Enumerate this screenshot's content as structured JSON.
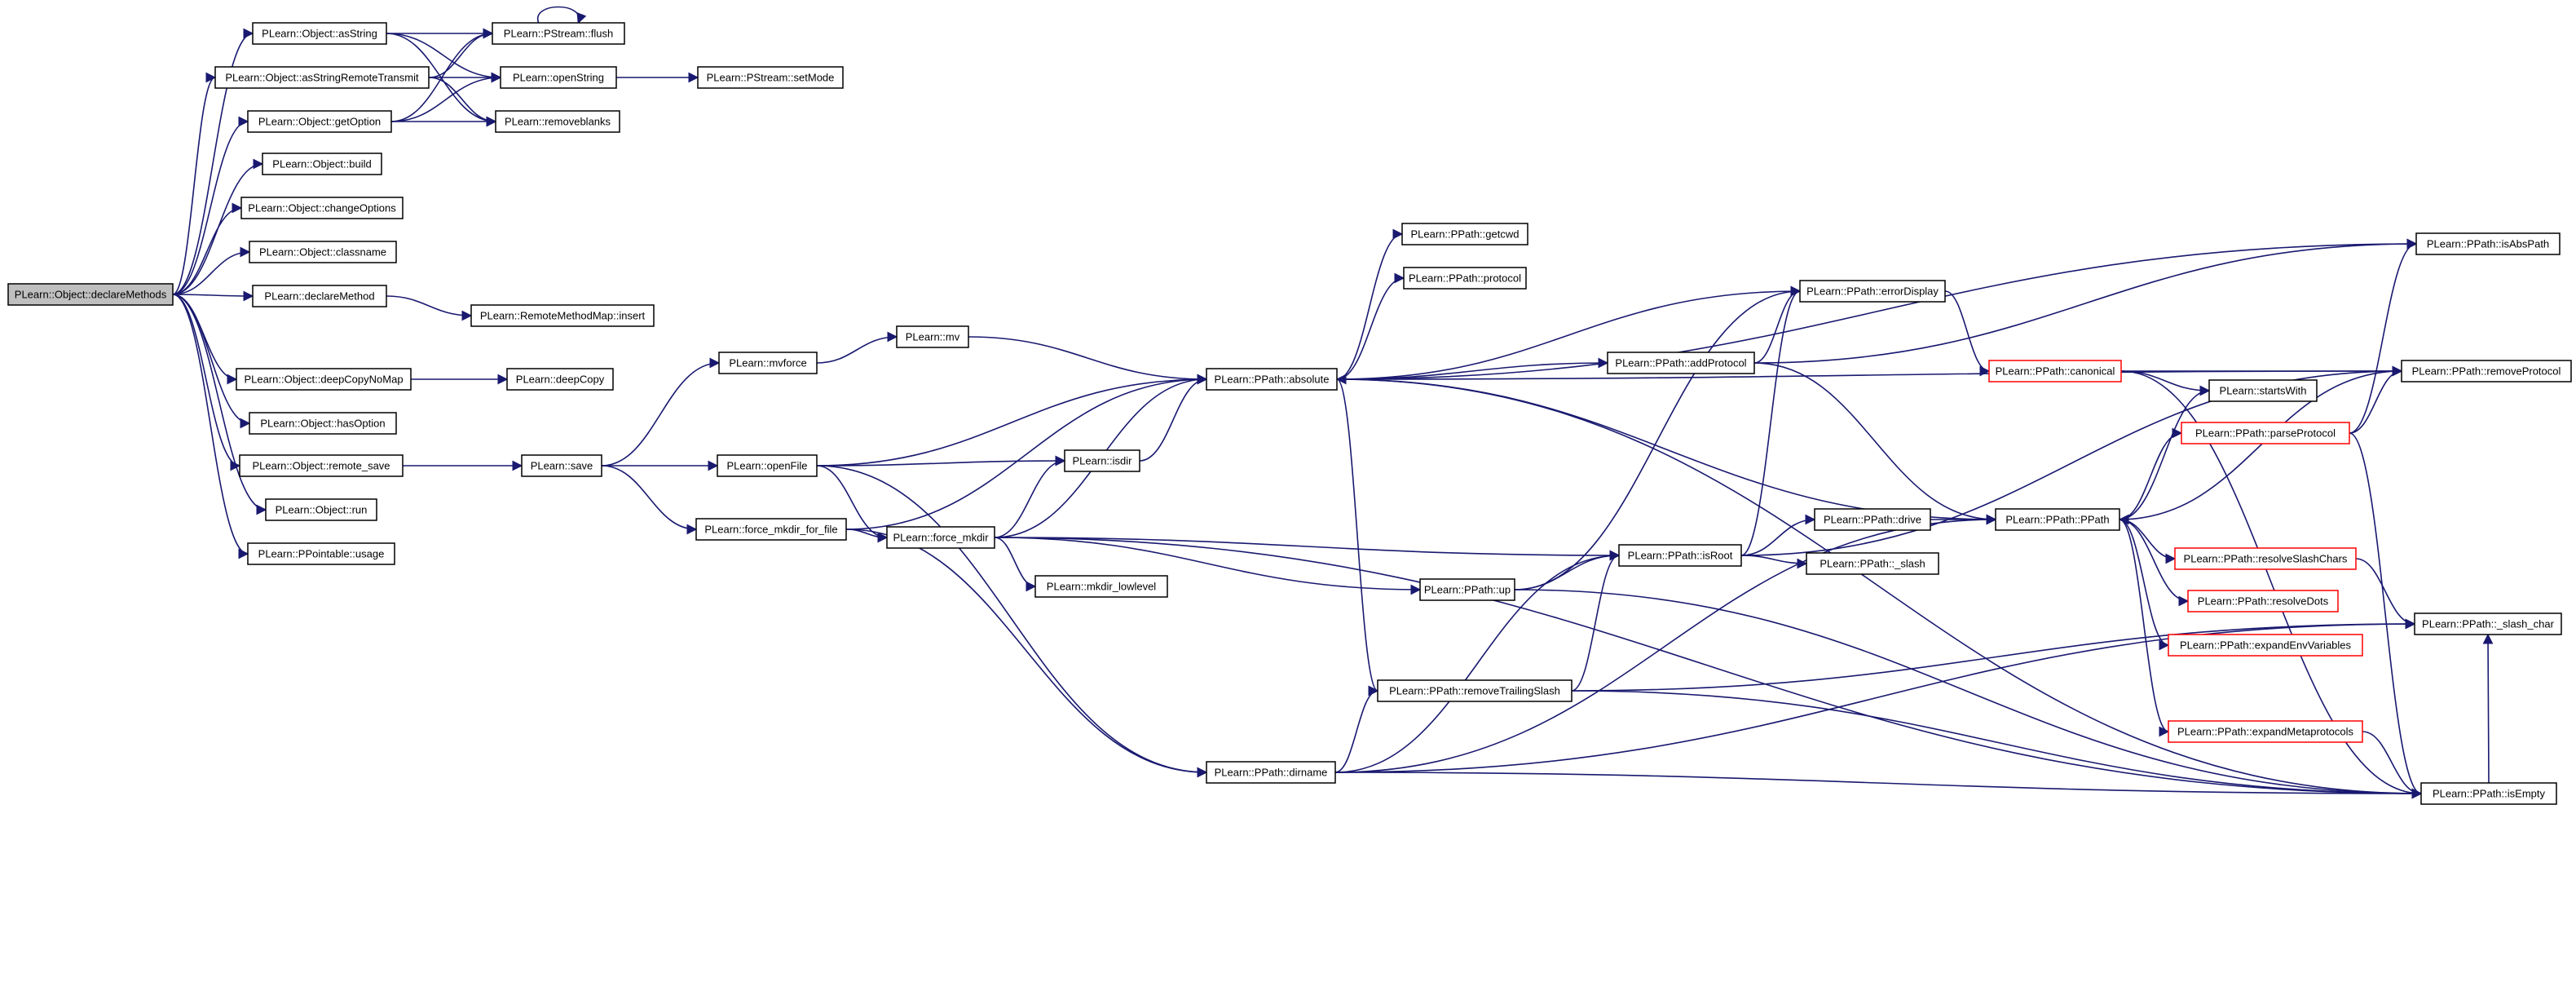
{
  "colors": {
    "edge": "#191970",
    "node_border": "#000000",
    "root_fill": "#bfbfbf",
    "truncated_border": "#ff0000",
    "node_fill": "#ffffff"
  },
  "nodes": {
    "declareMethods": {
      "label": "PLearn::Object::declareMethods",
      "style": "root"
    },
    "asString": {
      "label": "PLearn::Object::asString",
      "style": "normal"
    },
    "asStringRemoteTransmit": {
      "label": "PLearn::Object::asStringRemoteTransmit",
      "style": "normal"
    },
    "getOption": {
      "label": "PLearn::Object::getOption",
      "style": "normal"
    },
    "build": {
      "label": "PLearn::Object::build",
      "style": "normal"
    },
    "changeOptions": {
      "label": "PLearn::Object::changeOptions",
      "style": "normal"
    },
    "classname": {
      "label": "PLearn::Object::classname",
      "style": "normal"
    },
    "declareMethod": {
      "label": "PLearn::declareMethod",
      "style": "normal"
    },
    "deepCopyNoMap": {
      "label": "PLearn::Object::deepCopyNoMap",
      "style": "normal"
    },
    "hasOption": {
      "label": "PLearn::Object::hasOption",
      "style": "normal"
    },
    "remote_save": {
      "label": "PLearn::Object::remote_save",
      "style": "normal"
    },
    "run": {
      "label": "PLearn::Object::run",
      "style": "normal"
    },
    "usage": {
      "label": "PLearn::PPointable::usage",
      "style": "normal"
    },
    "flush": {
      "label": "PLearn::PStream::flush",
      "style": "normal"
    },
    "openString": {
      "label": "PLearn::openString",
      "style": "normal"
    },
    "removeblanks": {
      "label": "PLearn::removeblanks",
      "style": "normal"
    },
    "setMode": {
      "label": "PLearn::PStream::setMode",
      "style": "normal"
    },
    "insert": {
      "label": "PLearn::RemoteMethodMap::insert",
      "style": "normal"
    },
    "deepCopy": {
      "label": "PLearn::deepCopy",
      "style": "normal"
    },
    "save": {
      "label": "PLearn::save",
      "style": "normal"
    },
    "mvforce": {
      "label": "PLearn::mvforce",
      "style": "normal"
    },
    "openFile": {
      "label": "PLearn::openFile",
      "style": "normal"
    },
    "force_mkdir_for_file": {
      "label": "PLearn::force_mkdir_for_file",
      "style": "normal"
    },
    "mv": {
      "label": "PLearn::mv",
      "style": "normal"
    },
    "isdir": {
      "label": "PLearn::isdir",
      "style": "normal"
    },
    "force_mkdir": {
      "label": "PLearn::force_mkdir",
      "style": "normal"
    },
    "mkdir_lowlevel": {
      "label": "PLearn::mkdir_lowlevel",
      "style": "normal"
    },
    "absolute": {
      "label": "PLearn::PPath::absolute",
      "style": "normal"
    },
    "dirname": {
      "label": "PLearn::PPath::dirname",
      "style": "normal"
    },
    "getcwd": {
      "label": "PLearn::PPath::getcwd",
      "style": "normal"
    },
    "protocol": {
      "label": "PLearn::PPath::protocol",
      "style": "normal"
    },
    "up": {
      "label": "PLearn::PPath::up",
      "style": "normal"
    },
    "removeTrailingSlash": {
      "label": "PLearn::PPath::removeTrailingSlash",
      "style": "normal"
    },
    "errorDisplay": {
      "label": "PLearn::PPath::errorDisplay",
      "style": "normal"
    },
    "addProtocol": {
      "label": "PLearn::PPath::addProtocol",
      "style": "normal"
    },
    "isRoot": {
      "label": "PLearn::PPath::isRoot",
      "style": "normal"
    },
    "drive": {
      "label": "PLearn::PPath::drive",
      "style": "normal"
    },
    "_slash": {
      "label": "PLearn::PPath::_slash",
      "style": "normal"
    },
    "canonical": {
      "label": "PLearn::PPath::canonical",
      "style": "truncated"
    },
    "startsWith": {
      "label": "PLearn::startsWith",
      "style": "normal"
    },
    "PPath": {
      "label": "PLearn::PPath::PPath",
      "style": "normal"
    },
    "parseProtocol": {
      "label": "PLearn::PPath::parseProtocol",
      "style": "truncated"
    },
    "resolveSlashChars": {
      "label": "PLearn::PPath::resolveSlashChars",
      "style": "truncated"
    },
    "resolveDots": {
      "label": "PLearn::PPath::resolveDots",
      "style": "truncated"
    },
    "expandEnvVariables": {
      "label": "PLearn::PPath::expandEnvVariables",
      "style": "truncated"
    },
    "expandMetaprotocols": {
      "label": "PLearn::PPath::expandMetaprotocols",
      "style": "truncated"
    },
    "isAbsPath": {
      "label": "PLearn::PPath::isAbsPath",
      "style": "normal"
    },
    "removeProtocol": {
      "label": "PLearn::PPath::removeProtocol",
      "style": "normal"
    },
    "_slash_char": {
      "label": "PLearn::PPath::_slash_char",
      "style": "normal"
    },
    "isEmpty": {
      "label": "PLearn::PPath::isEmpty",
      "style": "normal"
    }
  },
  "edges": [
    [
      "declareMethods",
      "asString"
    ],
    [
      "declareMethods",
      "asStringRemoteTransmit"
    ],
    [
      "declareMethods",
      "getOption"
    ],
    [
      "declareMethods",
      "build"
    ],
    [
      "declareMethods",
      "changeOptions"
    ],
    [
      "declareMethods",
      "classname"
    ],
    [
      "declareMethods",
      "declareMethod"
    ],
    [
      "declareMethods",
      "deepCopyNoMap"
    ],
    [
      "declareMethods",
      "hasOption"
    ],
    [
      "declareMethods",
      "remote_save"
    ],
    [
      "declareMethods",
      "run"
    ],
    [
      "declareMethods",
      "usage"
    ],
    [
      "asString",
      "flush"
    ],
    [
      "asString",
      "openString"
    ],
    [
      "asString",
      "removeblanks"
    ],
    [
      "asStringRemoteTransmit",
      "flush"
    ],
    [
      "asStringRemoteTransmit",
      "openString"
    ],
    [
      "asStringRemoteTransmit",
      "removeblanks"
    ],
    [
      "getOption",
      "flush"
    ],
    [
      "getOption",
      "openString"
    ],
    [
      "getOption",
      "removeblanks"
    ],
    [
      "flush",
      "flush"
    ],
    [
      "openString",
      "setMode"
    ],
    [
      "declareMethod",
      "insert"
    ],
    [
      "deepCopyNoMap",
      "deepCopy"
    ],
    [
      "remote_save",
      "save"
    ],
    [
      "save",
      "mvforce"
    ],
    [
      "save",
      "openFile"
    ],
    [
      "save",
      "force_mkdir_for_file"
    ],
    [
      "mvforce",
      "mv"
    ],
    [
      "mv",
      "absolute"
    ],
    [
      "openFile",
      "absolute"
    ],
    [
      "openFile",
      "isdir"
    ],
    [
      "openFile",
      "force_mkdir"
    ],
    [
      "openFile",
      "dirname"
    ],
    [
      "force_mkdir_for_file",
      "absolute"
    ],
    [
      "force_mkdir_for_file",
      "force_mkdir"
    ],
    [
      "force_mkdir_for_file",
      "dirname"
    ],
    [
      "isdir",
      "absolute"
    ],
    [
      "force_mkdir",
      "isdir"
    ],
    [
      "force_mkdir",
      "absolute"
    ],
    [
      "force_mkdir",
      "mkdir_lowlevel"
    ],
    [
      "force_mkdir",
      "isRoot"
    ],
    [
      "force_mkdir",
      "up"
    ],
    [
      "force_mkdir",
      "isEmpty"
    ],
    [
      "absolute",
      "getcwd"
    ],
    [
      "absolute",
      "protocol"
    ],
    [
      "absolute",
      "addProtocol"
    ],
    [
      "absolute",
      "PPath"
    ],
    [
      "absolute",
      "isAbsPath"
    ],
    [
      "absolute",
      "removeProtocol"
    ],
    [
      "absolute",
      "removeTrailingSlash"
    ],
    [
      "absolute",
      "isEmpty"
    ],
    [
      "dirname",
      "isRoot"
    ],
    [
      "dirname",
      "removeTrailingSlash"
    ],
    [
      "dirname",
      "PPath"
    ],
    [
      "dirname",
      "_slash_char"
    ],
    [
      "dirname",
      "isEmpty"
    ],
    [
      "up",
      "errorDisplay"
    ],
    [
      "up",
      "isRoot"
    ],
    [
      "up",
      "isEmpty"
    ],
    [
      "removeTrailingSlash",
      "isRoot"
    ],
    [
      "removeTrailingSlash",
      "_slash_char"
    ],
    [
      "removeTrailingSlash",
      "isEmpty"
    ],
    [
      "errorDisplay",
      "absolute"
    ],
    [
      "errorDisplay",
      "canonical"
    ],
    [
      "addProtocol",
      "errorDisplay"
    ],
    [
      "addProtocol",
      "PPath"
    ],
    [
      "addProtocol",
      "isAbsPath"
    ],
    [
      "isRoot",
      "drive"
    ],
    [
      "isRoot",
      "_slash"
    ],
    [
      "isRoot",
      "errorDisplay"
    ],
    [
      "isRoot",
      "removeProtocol"
    ],
    [
      "drive",
      "PPath"
    ],
    [
      "canonical",
      "startsWith"
    ],
    [
      "canonical",
      "isEmpty"
    ],
    [
      "canonical",
      "removeProtocol"
    ],
    [
      "PPath",
      "startsWith"
    ],
    [
      "PPath",
      "parseProtocol"
    ],
    [
      "PPath",
      "resolveSlashChars"
    ],
    [
      "PPath",
      "resolveDots"
    ],
    [
      "PPath",
      "expandEnvVariables"
    ],
    [
      "PPath",
      "expandMetaprotocols"
    ],
    [
      "parseProtocol",
      "isAbsPath"
    ],
    [
      "parseProtocol",
      "removeProtocol"
    ],
    [
      "parseProtocol",
      "isEmpty"
    ],
    [
      "resolveSlashChars",
      "_slash_char"
    ],
    [
      "expandMetaprotocols",
      "isEmpty"
    ],
    [
      "removeProtocol",
      "PPath"
    ],
    [
      "isEmpty",
      "_slash_char"
    ]
  ]
}
